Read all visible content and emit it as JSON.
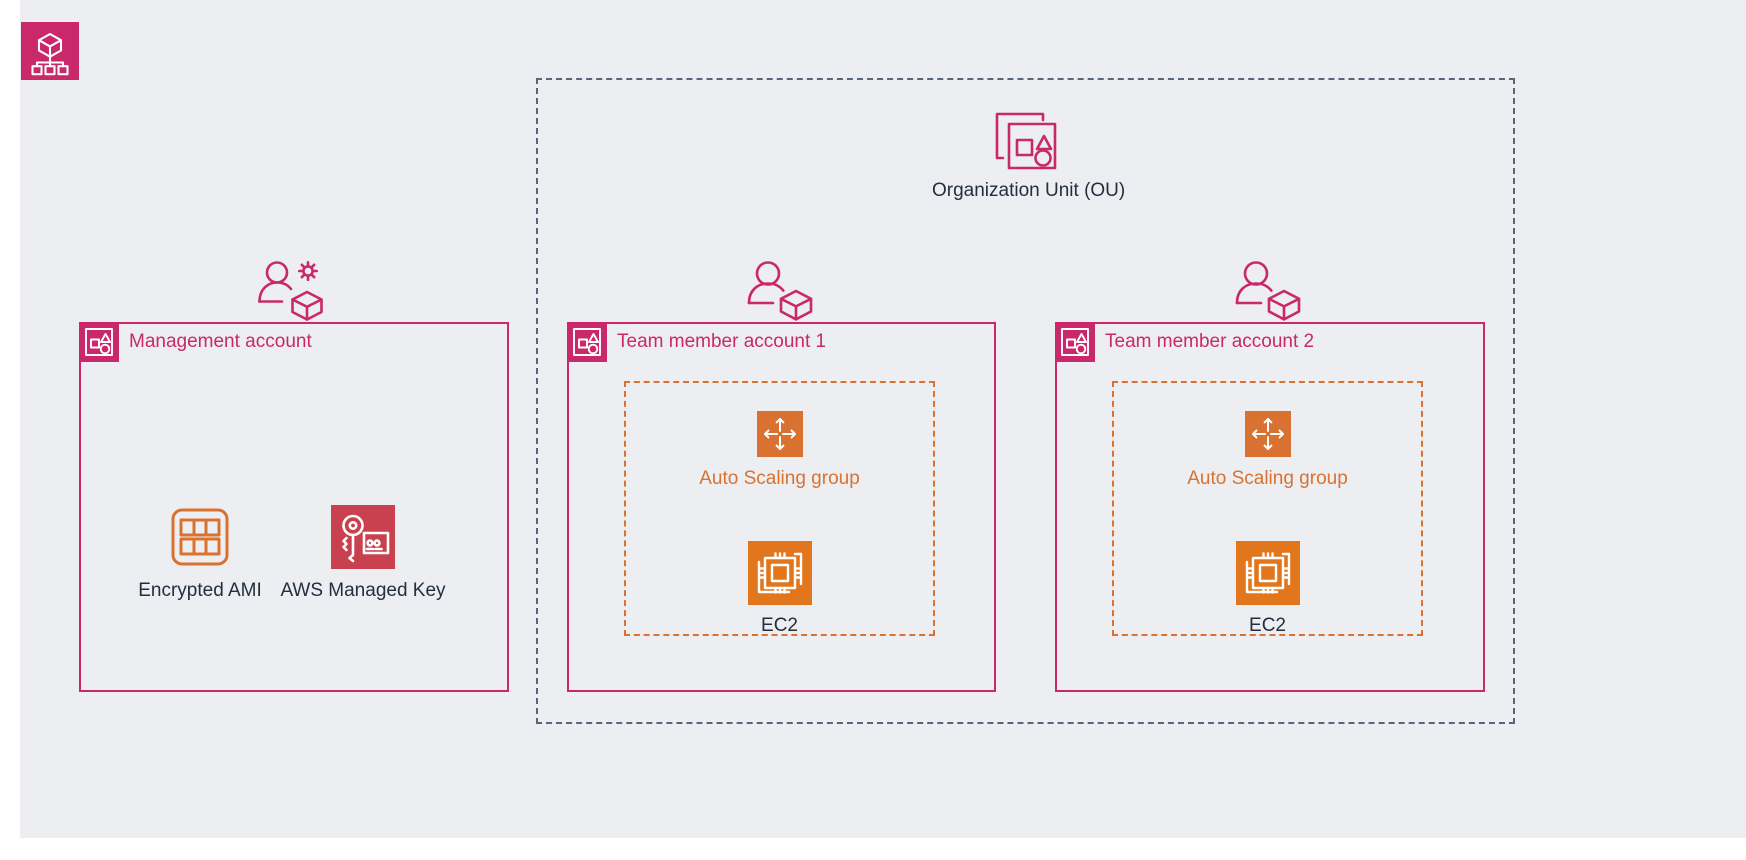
{
  "colors": {
    "board_background": "#edeef2",
    "page_background": "#ffffff",
    "account_pink": "#c9286b",
    "ou_dash": "#596579",
    "aws_orange": "#d97230",
    "ec2_orange": "#e2761c",
    "kms_red": "#c9404f",
    "text_dark": "#232f3e"
  },
  "logo": {
    "icon": "aws-organizations-icon"
  },
  "organization_unit": {
    "icon": "organization-unit-icon",
    "label": "Organization Unit (OU)"
  },
  "accounts": [
    {
      "id": "management-account",
      "badge_icon": "account-badge-icon",
      "person_icon": "management-user-icon",
      "title": "Management account",
      "resources": [
        {
          "id": "encrypted-ami",
          "icon": "encrypted-ami-icon",
          "label": "Encrypted AMI"
        },
        {
          "id": "aws-managed-key",
          "icon": "aws-managed-key-icon",
          "label": "AWS Managed Key"
        }
      ]
    },
    {
      "id": "team-member-account-1",
      "badge_icon": "account-badge-icon",
      "person_icon": "team-member-user-icon",
      "title": "Team member account 1",
      "auto_scaling_group": {
        "icon": "auto-scaling-group-icon",
        "label": "Auto Scaling group",
        "compute": {
          "icon": "ec2-icon",
          "label": "EC2"
        }
      }
    },
    {
      "id": "team-member-account-2",
      "badge_icon": "account-badge-icon",
      "person_icon": "team-member-user-icon",
      "title": "Team member account 2",
      "auto_scaling_group": {
        "icon": "auto-scaling-group-icon",
        "label": "Auto Scaling group",
        "compute": {
          "icon": "ec2-icon",
          "label": "EC2"
        }
      }
    }
  ]
}
